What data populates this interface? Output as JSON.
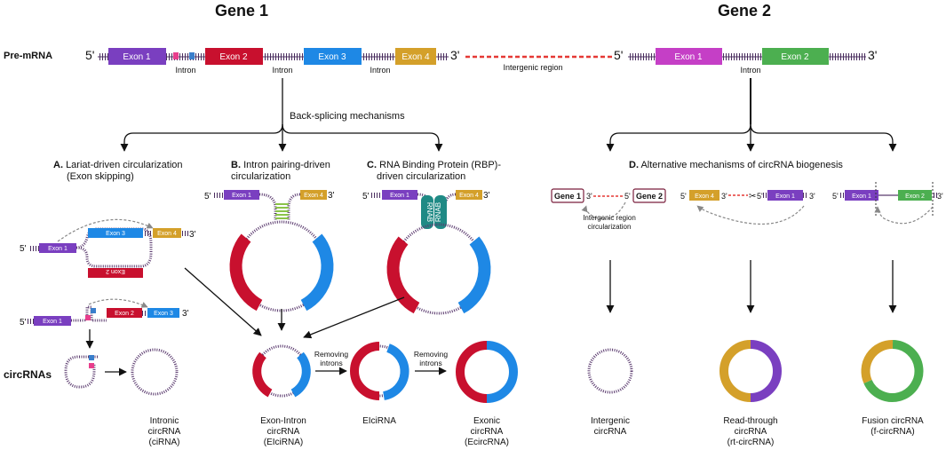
{
  "headers": {
    "gene1": "Gene 1",
    "gene2": "Gene 2"
  },
  "row_labels": {
    "pre_mrna": "Pre-mRNA",
    "circrnas": "circRNAs"
  },
  "ends": {
    "five": "5'",
    "three": "3'"
  },
  "gene1": {
    "exons": [
      "Exon 1",
      "Exon 2",
      "Exon 3",
      "Exon 4"
    ],
    "introns": [
      "Intron",
      "Intron",
      "Intron"
    ]
  },
  "intergenic": "Intergenic region",
  "gene2": {
    "exons": [
      "Exon 1",
      "Exon 2"
    ],
    "intron": "Intron"
  },
  "backsplicing": "Back-splicing mechanisms",
  "mechanisms": {
    "a_letter": "A.",
    "a_line1": "Lariat-driven circularization",
    "a_line2": "(Exon skipping)",
    "b_letter": "B.",
    "b_line1": "Intron pairing-driven",
    "b_line2": "circularization",
    "c_letter": "C.",
    "c_line1": "RNA Binding Protein (RBP)-",
    "c_line2": "driven circularization",
    "d_letter": "D.",
    "d_line1": "Alternative mechanisms of circRNA biogenesis"
  },
  "rbp_label": "RNAB",
  "d_items": {
    "gene1": "Gene 1",
    "gene2": "Gene 2",
    "igr_line1": "Intergenic region",
    "igr_line2": "circularization"
  },
  "small_labels": {
    "exon1": "Exon 1",
    "exon2": "Exon 2",
    "exon3": "Exon 3",
    "exon4": "Exon 4"
  },
  "removing": {
    "line1": "Removing",
    "line2": "introns"
  },
  "products": {
    "ciRNA": [
      "Intronic",
      "circRNA",
      "(ciRNA)"
    ],
    "EIciRNA": [
      "Exon-Intron",
      "circRNA",
      "(EIciRNA)"
    ],
    "EIciRNA2": [
      "EIciRNA"
    ],
    "EcircRNA": [
      "Exonic",
      "circRNA",
      "(EcircRNA)"
    ],
    "intergenic": [
      "Intergenic",
      "circRNA"
    ],
    "rt": [
      "Read-through",
      "circRNA",
      "(rt-circRNA)"
    ],
    "f": [
      "Fusion circRNA",
      "(f-circRNA)"
    ]
  },
  "colors": {
    "exon1": "#7a3fc0",
    "exon2": "#c8102e",
    "exon3": "#1e88e5",
    "exon4": "#d4a02a",
    "g2exon1": "#c53fc6",
    "g2exon2": "#4caf50",
    "intergenic_line": "#e53935",
    "rbp": "#1f8a85",
    "intron_marker_pink": "#e83e8c",
    "intron_marker_blue": "#3a7ecb",
    "pairing": "#8bc34a",
    "backbone": "#5a3a6e"
  }
}
